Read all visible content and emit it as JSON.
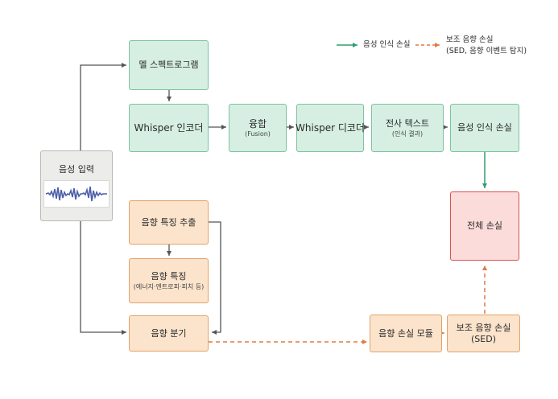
{
  "legend": {
    "speech_loss": "음성 인식 손실",
    "aux_loss_line1": "보조 음향 손실",
    "aux_loss_line2": "(SED, 음향 이벤트 탐지)"
  },
  "nodes": {
    "input": "음성 입력",
    "mel": "멜 스펙트로그램",
    "encoder": "Whisper 인코더",
    "fusion": "융합",
    "fusion_sub": "(Fusion)",
    "decoder": "Whisper 디코더",
    "transcript": "전사 텍스트",
    "transcript_sub": "(인식 결과)",
    "asr_loss": "음성 인식 손실",
    "total_loss": "전체 손실",
    "feat_extract": "음향 특징 추출",
    "features": "음향 특징",
    "features_sub": "(에너지·엔트로피·피치 등)",
    "acoustic_branch": "음향 분기",
    "loss_module": "음향 손실 모듈",
    "aux_loss": "보조 음향 손실",
    "aux_loss_sub": "(SED)"
  },
  "colors": {
    "green_fill": "#d6efe2",
    "green_border": "#7cc3a0",
    "green_arrow": "#2e9e6e",
    "orange_fill": "#fbe3cc",
    "orange_border": "#e3a36a",
    "orange_arrow": "#e07a45",
    "red_fill": "#fbdcda",
    "red_border": "#d9534f",
    "gray_arrow": "#555555",
    "wave": "#4b5fa8"
  }
}
